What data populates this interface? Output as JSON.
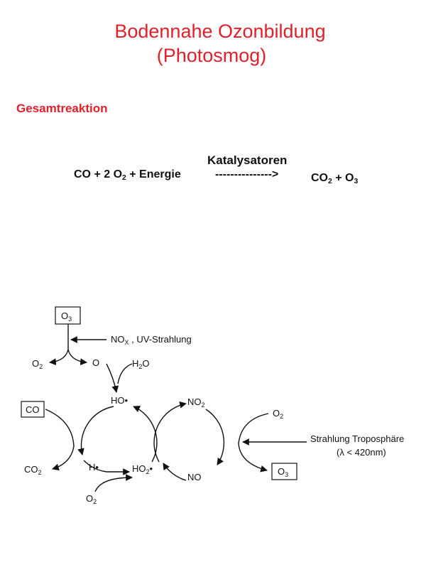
{
  "title": {
    "line1": "Bodennahe Ozonbildung",
    "line2": "(Photosmog)"
  },
  "section_heading": "Gesamtreaktion",
  "equation": {
    "catalyst": "Katalysatoren",
    "lhs_a": "CO + 2 O",
    "lhs_a_sub": "2",
    "lhs_b": " + Energie",
    "arrow": "--------------->",
    "rhs_a": "CO",
    "rhs_a_sub": "2",
    "rhs_b": " + O",
    "rhs_b_sub": "3"
  },
  "diagram": {
    "o3_top": {
      "main": "O",
      "sub": "3"
    },
    "nox_uv": {
      "main": "NO",
      "sub": "X",
      "rest": " , UV-Strahlung"
    },
    "o2_left": {
      "main": "O",
      "sub": "2"
    },
    "o_atom": "O",
    "h2o": {
      "main": "H",
      "sub": "2",
      "rest": "O"
    },
    "co_box": "CO",
    "ho_radical": "HO•",
    "no2": {
      "main": "NO",
      "sub": "2"
    },
    "o2_right": {
      "main": "O",
      "sub": "2"
    },
    "radiation": "Strahlung Troposphäre",
    "wavelength": "(λ < 420nm)",
    "co2": {
      "main": "CO",
      "sub": "2"
    },
    "h_radical": "H•",
    "ho2_radical": {
      "main": "HO",
      "sub": "2",
      "rest": "•"
    },
    "no": "NO",
    "o3_bottom": {
      "main": "O",
      "sub": "3"
    },
    "o2_bottom": {
      "main": "O",
      "sub": "2"
    }
  }
}
